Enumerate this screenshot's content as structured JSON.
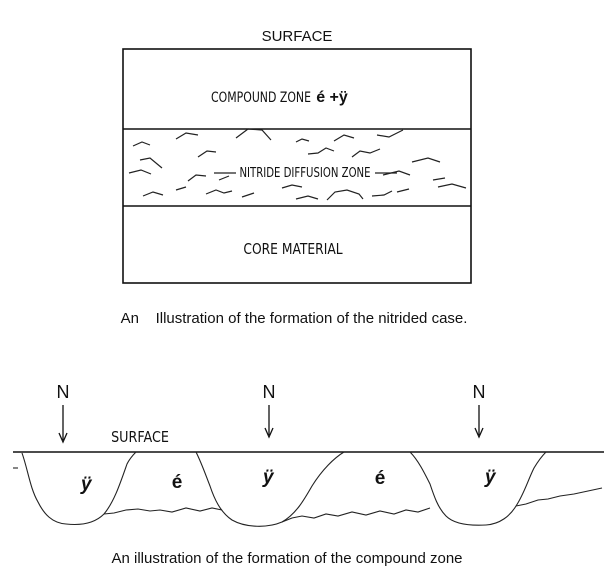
{
  "figure1": {
    "top_label": "SURFACE",
    "zones": [
      {
        "label": "COMPOUND ZONE",
        "phases": "é +ÿ"
      },
      {
        "label": "NITRIDE DIFFUSION ZONE"
      },
      {
        "label": "CORE  MATERIAL"
      }
    ],
    "caption": "An    Illustration of the formation of the nitrided case."
  },
  "figure2": {
    "arrow_label": "N",
    "surface_label": "SURFACE",
    "grains": [
      "ÿ",
      "é",
      "ÿ",
      "é",
      "ÿ"
    ],
    "caption": "An illustration of the formation of the compound zone"
  }
}
